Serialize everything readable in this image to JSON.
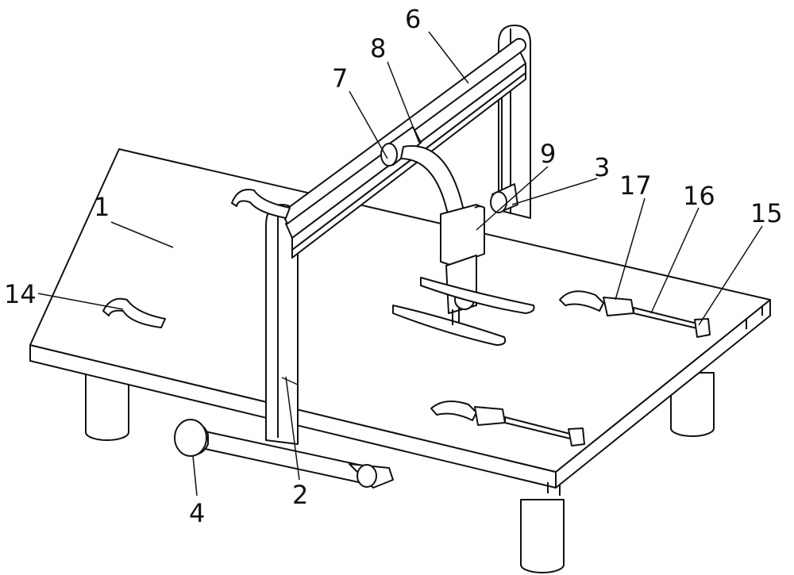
{
  "figure": {
    "labels": {
      "l1": "1",
      "l2": "2",
      "l3": "3",
      "l4": "4",
      "l6": "6",
      "l7": "7",
      "l8": "8",
      "l9": "9",
      "l14": "14",
      "l15": "15",
      "l16": "16",
      "l17": "17"
    }
  }
}
